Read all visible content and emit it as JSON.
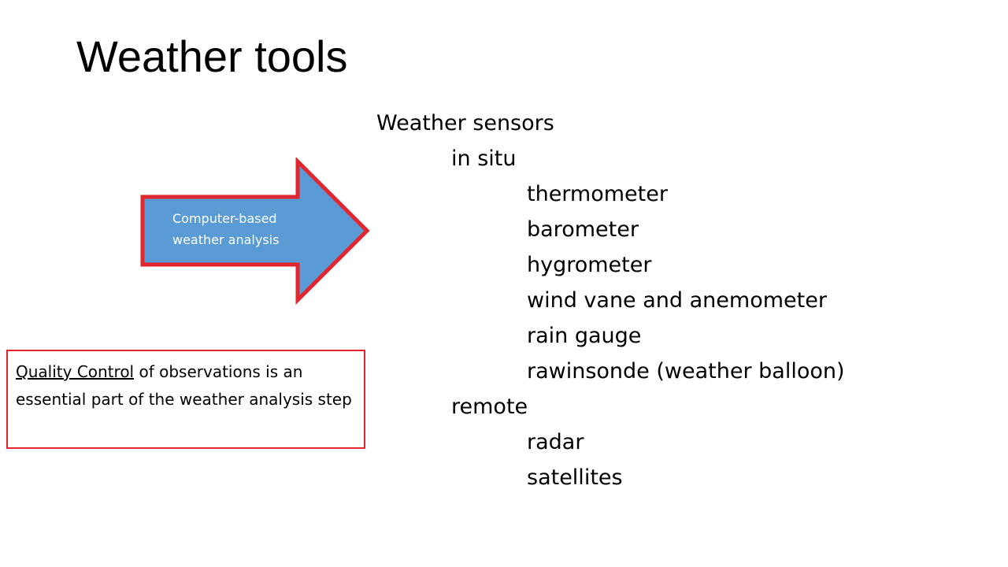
{
  "title": "Weather tools",
  "outline": [
    {
      "level": 1,
      "text": "Weather sensors"
    },
    {
      "level": 2,
      "text": "in situ"
    },
    {
      "level": 3,
      "text": "thermometer"
    },
    {
      "level": 3,
      "text": "barometer"
    },
    {
      "level": 3,
      "text": "hygrometer"
    },
    {
      "level": 3,
      "text": "wind vane and anemometer"
    },
    {
      "level": 3,
      "text": "rain gauge"
    },
    {
      "level": 3,
      "text": "rawinsonde (weather balloon)"
    },
    {
      "level": 2,
      "text": "remote"
    },
    {
      "level": 3,
      "text": "radar"
    },
    {
      "level": 3,
      "text": "satellites"
    }
  ],
  "arrow": {
    "label_line1": "Computer-based",
    "label_line2": "weather analysis",
    "fill_color": "#5b9bd5",
    "border_color": "#e3262d"
  },
  "note": {
    "underlined": "Quality Control",
    "rest": " of observations is an essential part of the weather analysis step",
    "border_color": "#e3262d"
  }
}
